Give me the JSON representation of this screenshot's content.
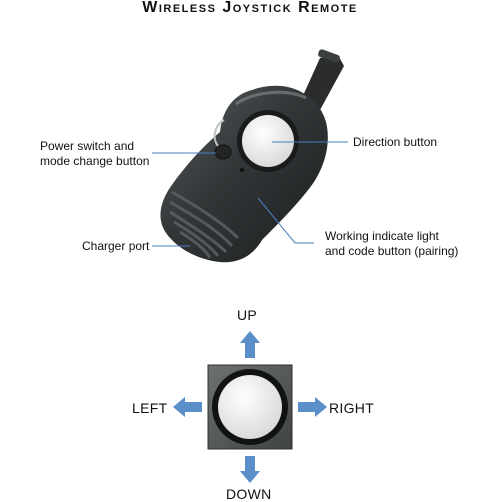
{
  "title": "Wireless Joystick Remote",
  "remote_labels": {
    "power_line1": "Power switch and",
    "power_line2": "mode change button",
    "direction": "Direction button",
    "working_line1": "Working indicate light",
    "working_line2": "and code button (pairing)",
    "charger": "Charger port"
  },
  "directions": {
    "up": "UP",
    "down": "DOWN",
    "left": "LEFT",
    "right": "RIGHT"
  },
  "colors": {
    "arrow": "#5b8fc9",
    "leader_line": "#4a7ec0",
    "remote_body": "#2f3233",
    "button_face": "#f1f1f1"
  }
}
